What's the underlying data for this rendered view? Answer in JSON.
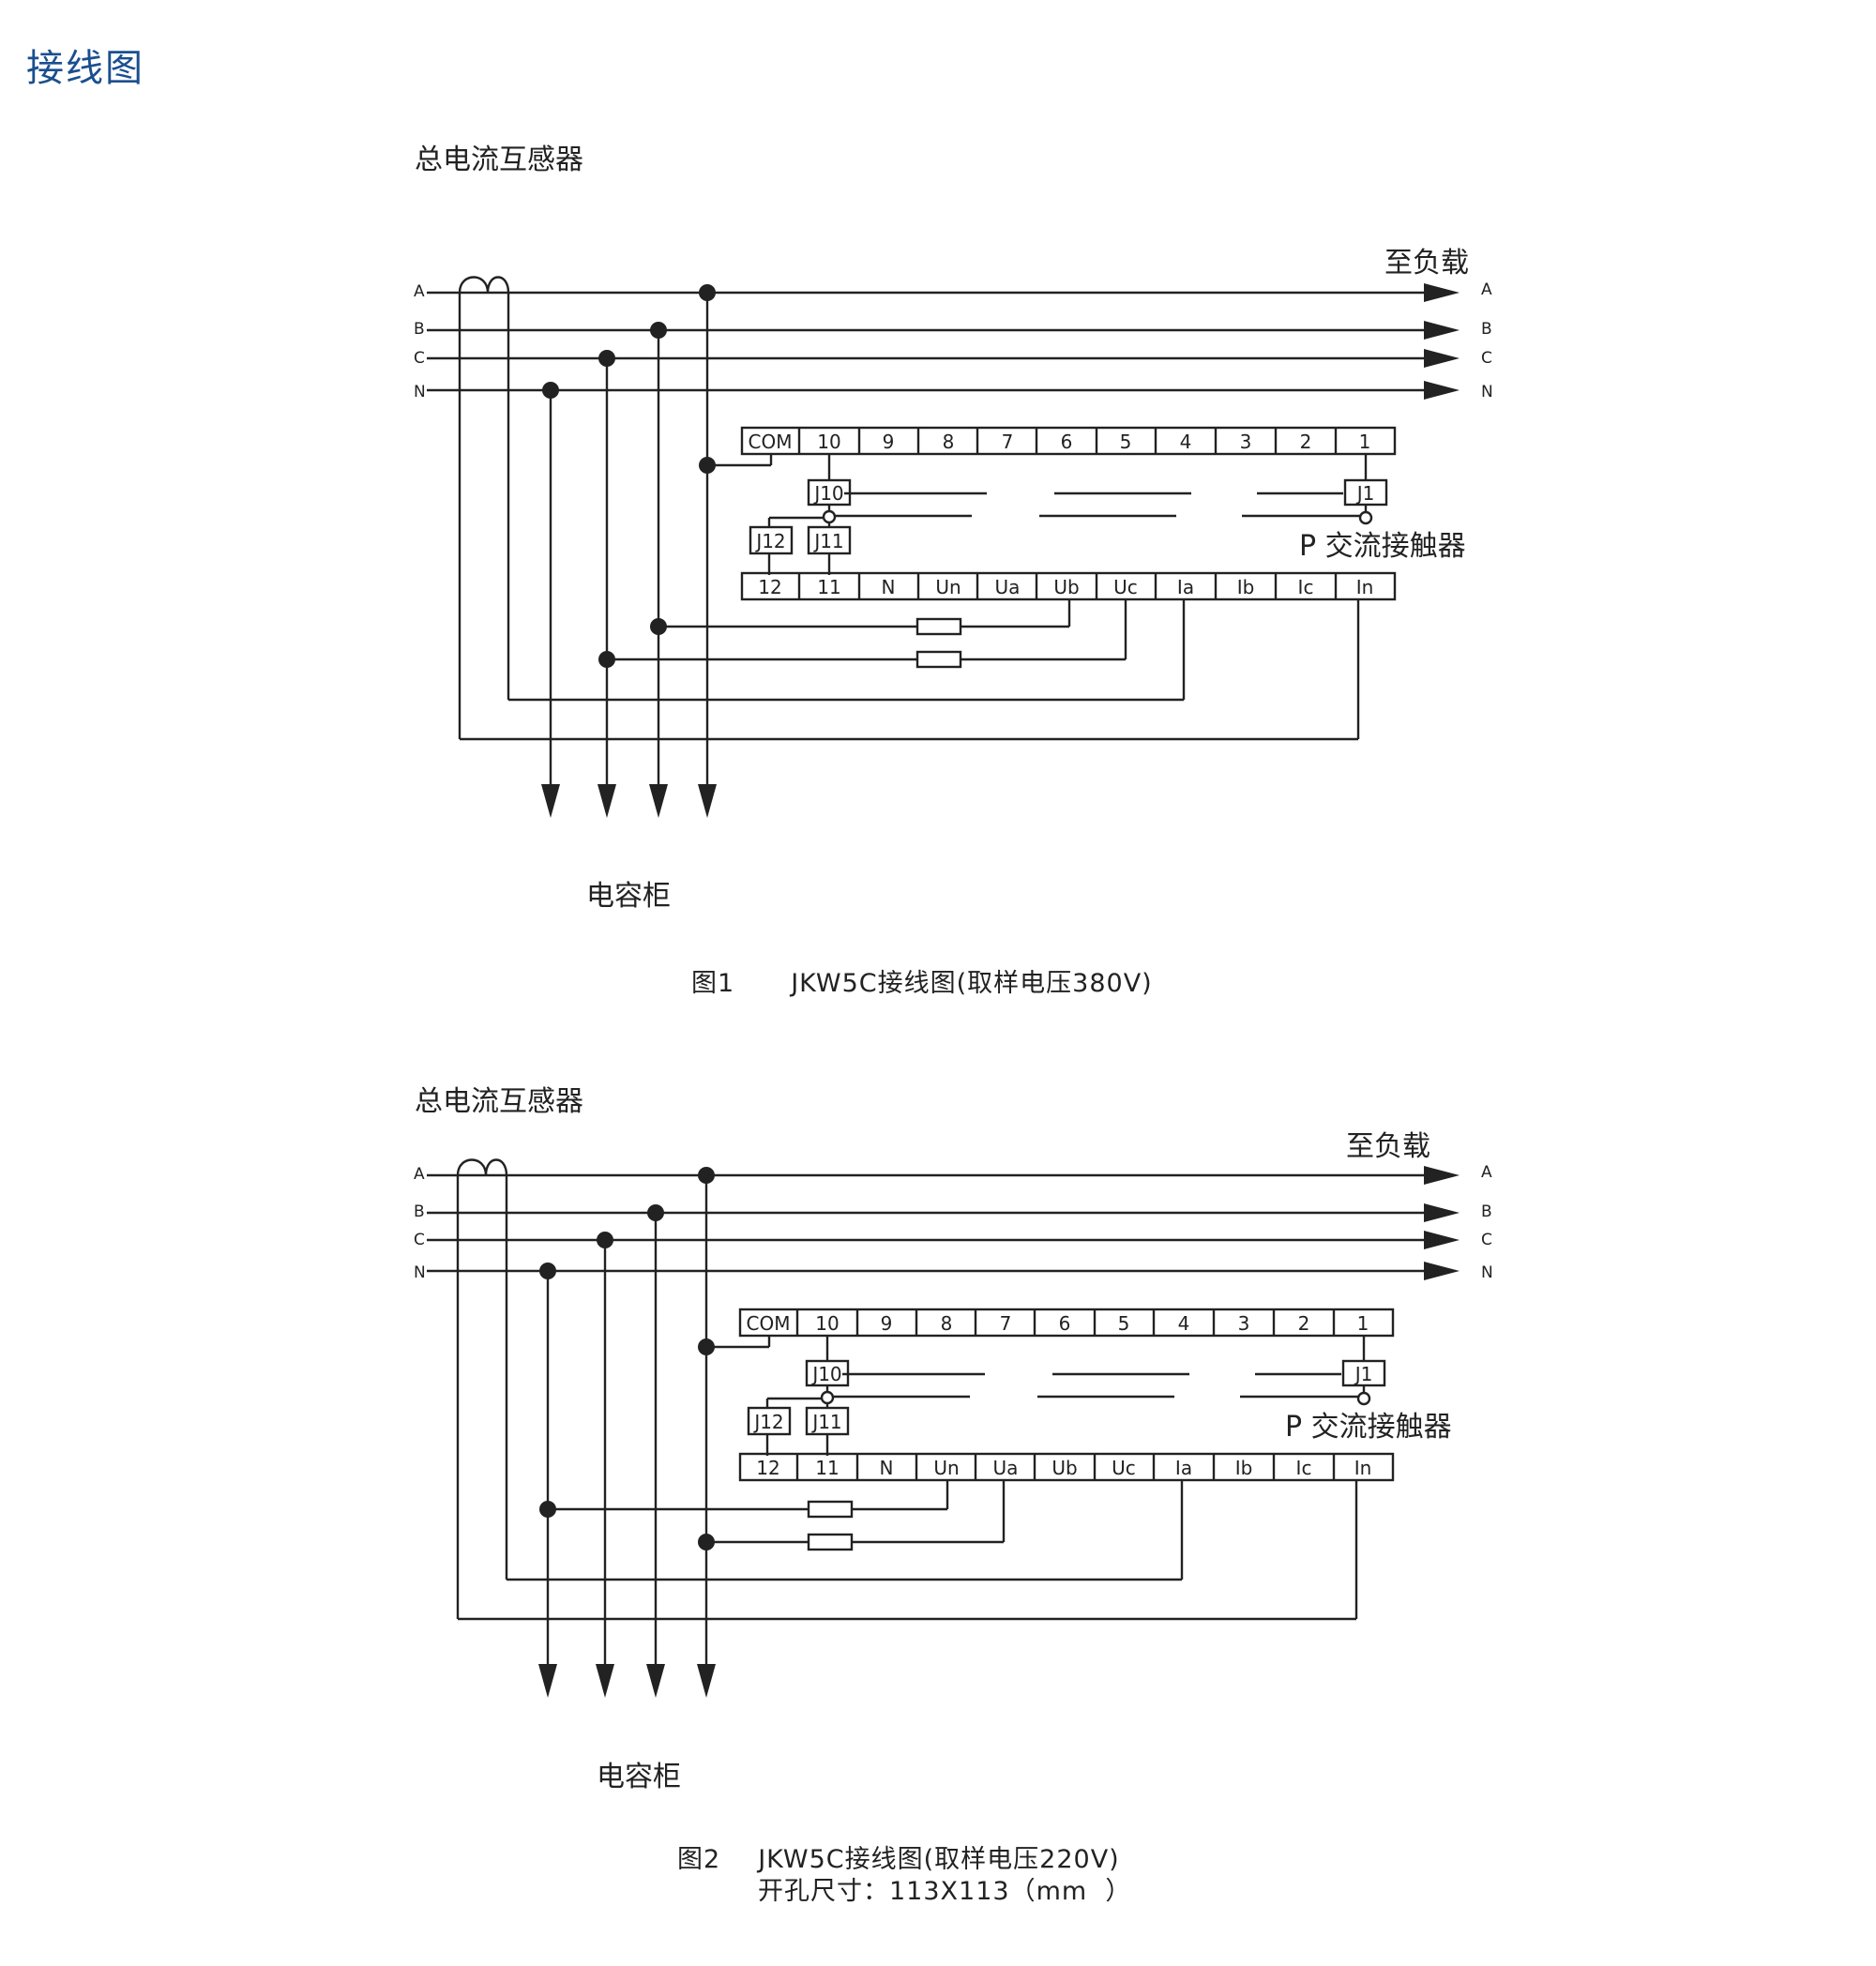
{
  "page_title": "接线图",
  "diagrams": [
    {
      "ct_label": "总电流互感器",
      "load_label": "至负载",
      "cap_label": "电容柜",
      "contactor_label": "P 交流接触器",
      "phases": [
        "A",
        "B",
        "C",
        "N"
      ],
      "top_terminals": [
        "COM",
        "10",
        "9",
        "8",
        "7",
        "6",
        "5",
        "4",
        "3",
        "2",
        "1"
      ],
      "bottom_terminals": [
        "12",
        "11",
        "N",
        "Un",
        "Ua",
        "Ub",
        "Uc",
        "Ia",
        "Ib",
        "Ic",
        "In"
      ],
      "relays": [
        "J10",
        "J1",
        "J12",
        "J11"
      ],
      "caption_fig": "图1",
      "caption_text": "JKW5C接线图(取样电压380V)"
    },
    {
      "ct_label": "总电流互感器",
      "load_label": "至负载",
      "cap_label": "电容柜",
      "contactor_label": "P 交流接触器",
      "phases": [
        "A",
        "B",
        "C",
        "N"
      ],
      "top_terminals": [
        "COM",
        "10",
        "9",
        "8",
        "7",
        "6",
        "5",
        "4",
        "3",
        "2",
        "1"
      ],
      "bottom_terminals": [
        "12",
        "11",
        "N",
        "Un",
        "Ua",
        "Ub",
        "Uc",
        "Ia",
        "Ib",
        "Ic",
        "In"
      ],
      "relays": [
        "J10",
        "J1",
        "J12",
        "J11"
      ],
      "caption_fig": "图2",
      "caption_text": "JKW5C接线图(取样电压220V)",
      "caption_line2": "开孔尺寸：113X113（mm  ）"
    }
  ]
}
